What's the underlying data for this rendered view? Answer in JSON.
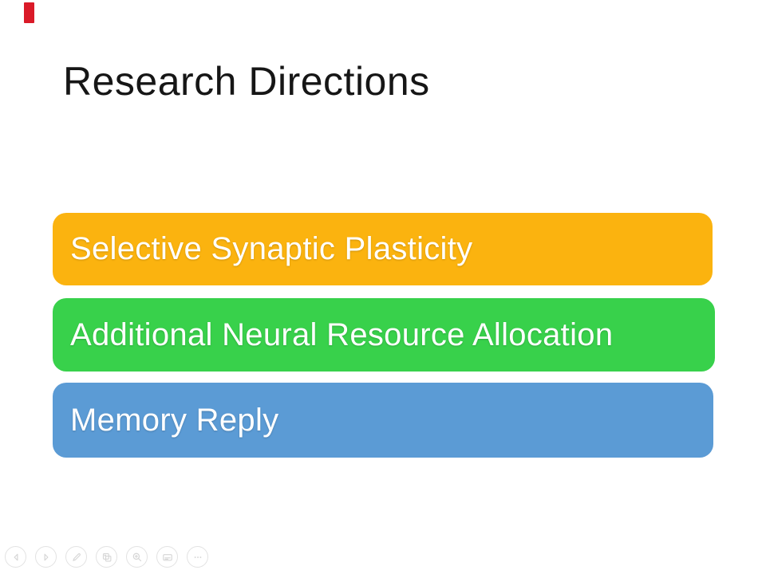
{
  "slide": {
    "title": "Research Directions",
    "title_color": "#161616",
    "bar_text_color": "#FFFFFF",
    "bars": [
      {
        "label": "Selective Synaptic Plasticity",
        "color": "#FBB30F"
      },
      {
        "label": "Additional Neural Resource Allocation",
        "color": "#38D14B"
      },
      {
        "label": "Memory Reply",
        "color": "#5B9BD5"
      }
    ]
  },
  "recording_indicator": {
    "color": "#DA1A28"
  },
  "controls": {
    "icon_color": "#cfcfcf",
    "buttons": [
      {
        "name": "previous-slide",
        "icon": "chevron-left-icon"
      },
      {
        "name": "next-slide",
        "icon": "chevron-right-icon"
      },
      {
        "name": "pen",
        "icon": "pen-icon"
      },
      {
        "name": "see-all-slides",
        "icon": "slides-grid-icon"
      },
      {
        "name": "zoom",
        "icon": "magnifier-icon"
      },
      {
        "name": "captions",
        "icon": "captions-icon"
      },
      {
        "name": "more-options",
        "icon": "ellipsis-icon"
      }
    ]
  }
}
